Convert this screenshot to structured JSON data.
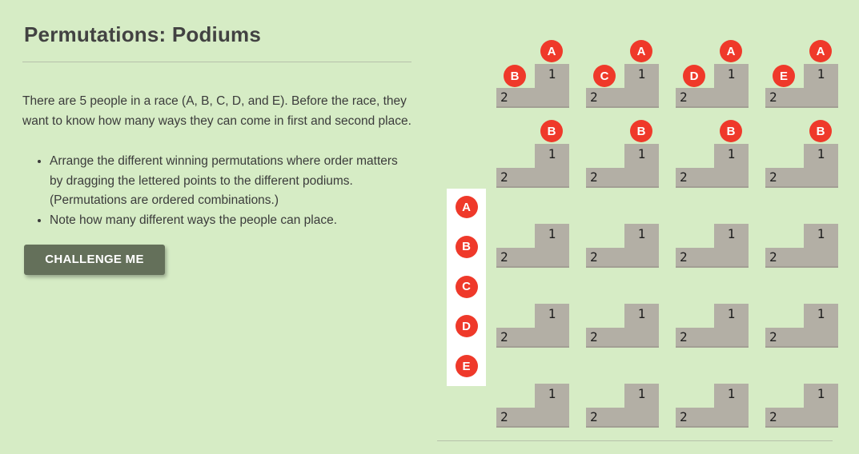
{
  "page": {
    "background_color": "#d6ecc5",
    "divider_color": "#b7c1ab"
  },
  "instructions": {
    "title": "Permutations: Podiums",
    "intro": "There are 5 people in a race (A, B, C, D, and E). Before the race, they want to know how many ways they can come in first and second place.",
    "bullets": [
      "Arrange the different winning permutations where order matters by dragging the lettered points to the different podiums. (Permutations are ordered combinations.)",
      "Note how many different ways the people can place."
    ],
    "button_label": "CHALLENGE ME",
    "button_color": "#64705a"
  },
  "tray": {
    "letters": [
      "A",
      "B",
      "C",
      "D",
      "E"
    ],
    "chip_color": "#ef392a"
  },
  "podiums": {
    "first_place_label": "1",
    "second_place_label": "2",
    "block_color": "#b3afa5",
    "rows": [
      {
        "cells": [
          {
            "first": "A",
            "second": "B"
          },
          {
            "first": "A",
            "second": "C"
          },
          {
            "first": "A",
            "second": "D"
          },
          {
            "first": "A",
            "second": "E"
          }
        ]
      },
      {
        "cells": [
          {
            "first": "B",
            "second": null
          },
          {
            "first": "B",
            "second": null
          },
          {
            "first": "B",
            "second": null
          },
          {
            "first": "B",
            "second": null
          }
        ]
      },
      {
        "cells": [
          {
            "first": null,
            "second": null
          },
          {
            "first": null,
            "second": null
          },
          {
            "first": null,
            "second": null
          },
          {
            "first": null,
            "second": null
          }
        ]
      },
      {
        "cells": [
          {
            "first": null,
            "second": null
          },
          {
            "first": null,
            "second": null
          },
          {
            "first": null,
            "second": null
          },
          {
            "first": null,
            "second": null
          }
        ]
      },
      {
        "cells": [
          {
            "first": null,
            "second": null
          },
          {
            "first": null,
            "second": null
          },
          {
            "first": null,
            "second": null
          },
          {
            "first": null,
            "second": null
          }
        ]
      }
    ]
  }
}
